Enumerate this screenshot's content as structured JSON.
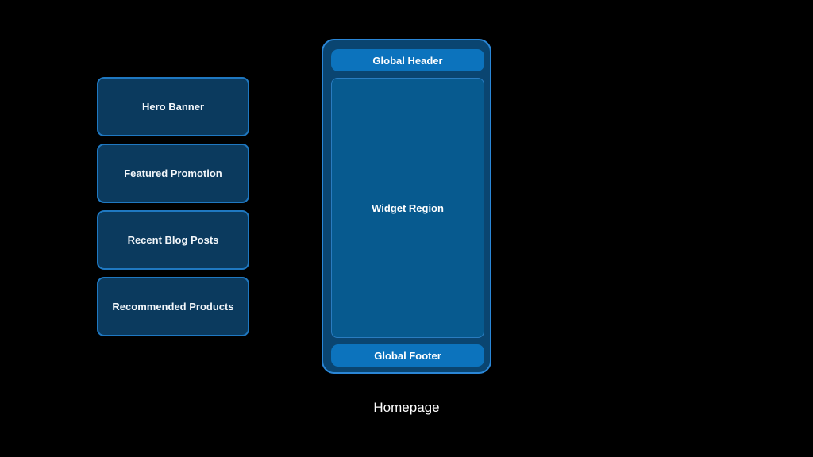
{
  "widgets": [
    "Hero Banner",
    "Featured Promotion",
    "Recent Blog Posts",
    "Recommended Products"
  ],
  "page": {
    "header": "Global Header",
    "region": "Widget Region",
    "footer": "Global Footer",
    "caption": "Homepage"
  },
  "colors": {
    "background": "#000000",
    "widget_fill": "#0b3a5e",
    "widget_border": "#1f78c1",
    "frame_fill": "#0a4571",
    "frame_border": "#2a86d6",
    "bar_fill": "#0c73bd",
    "region_fill": "#075a8f"
  }
}
